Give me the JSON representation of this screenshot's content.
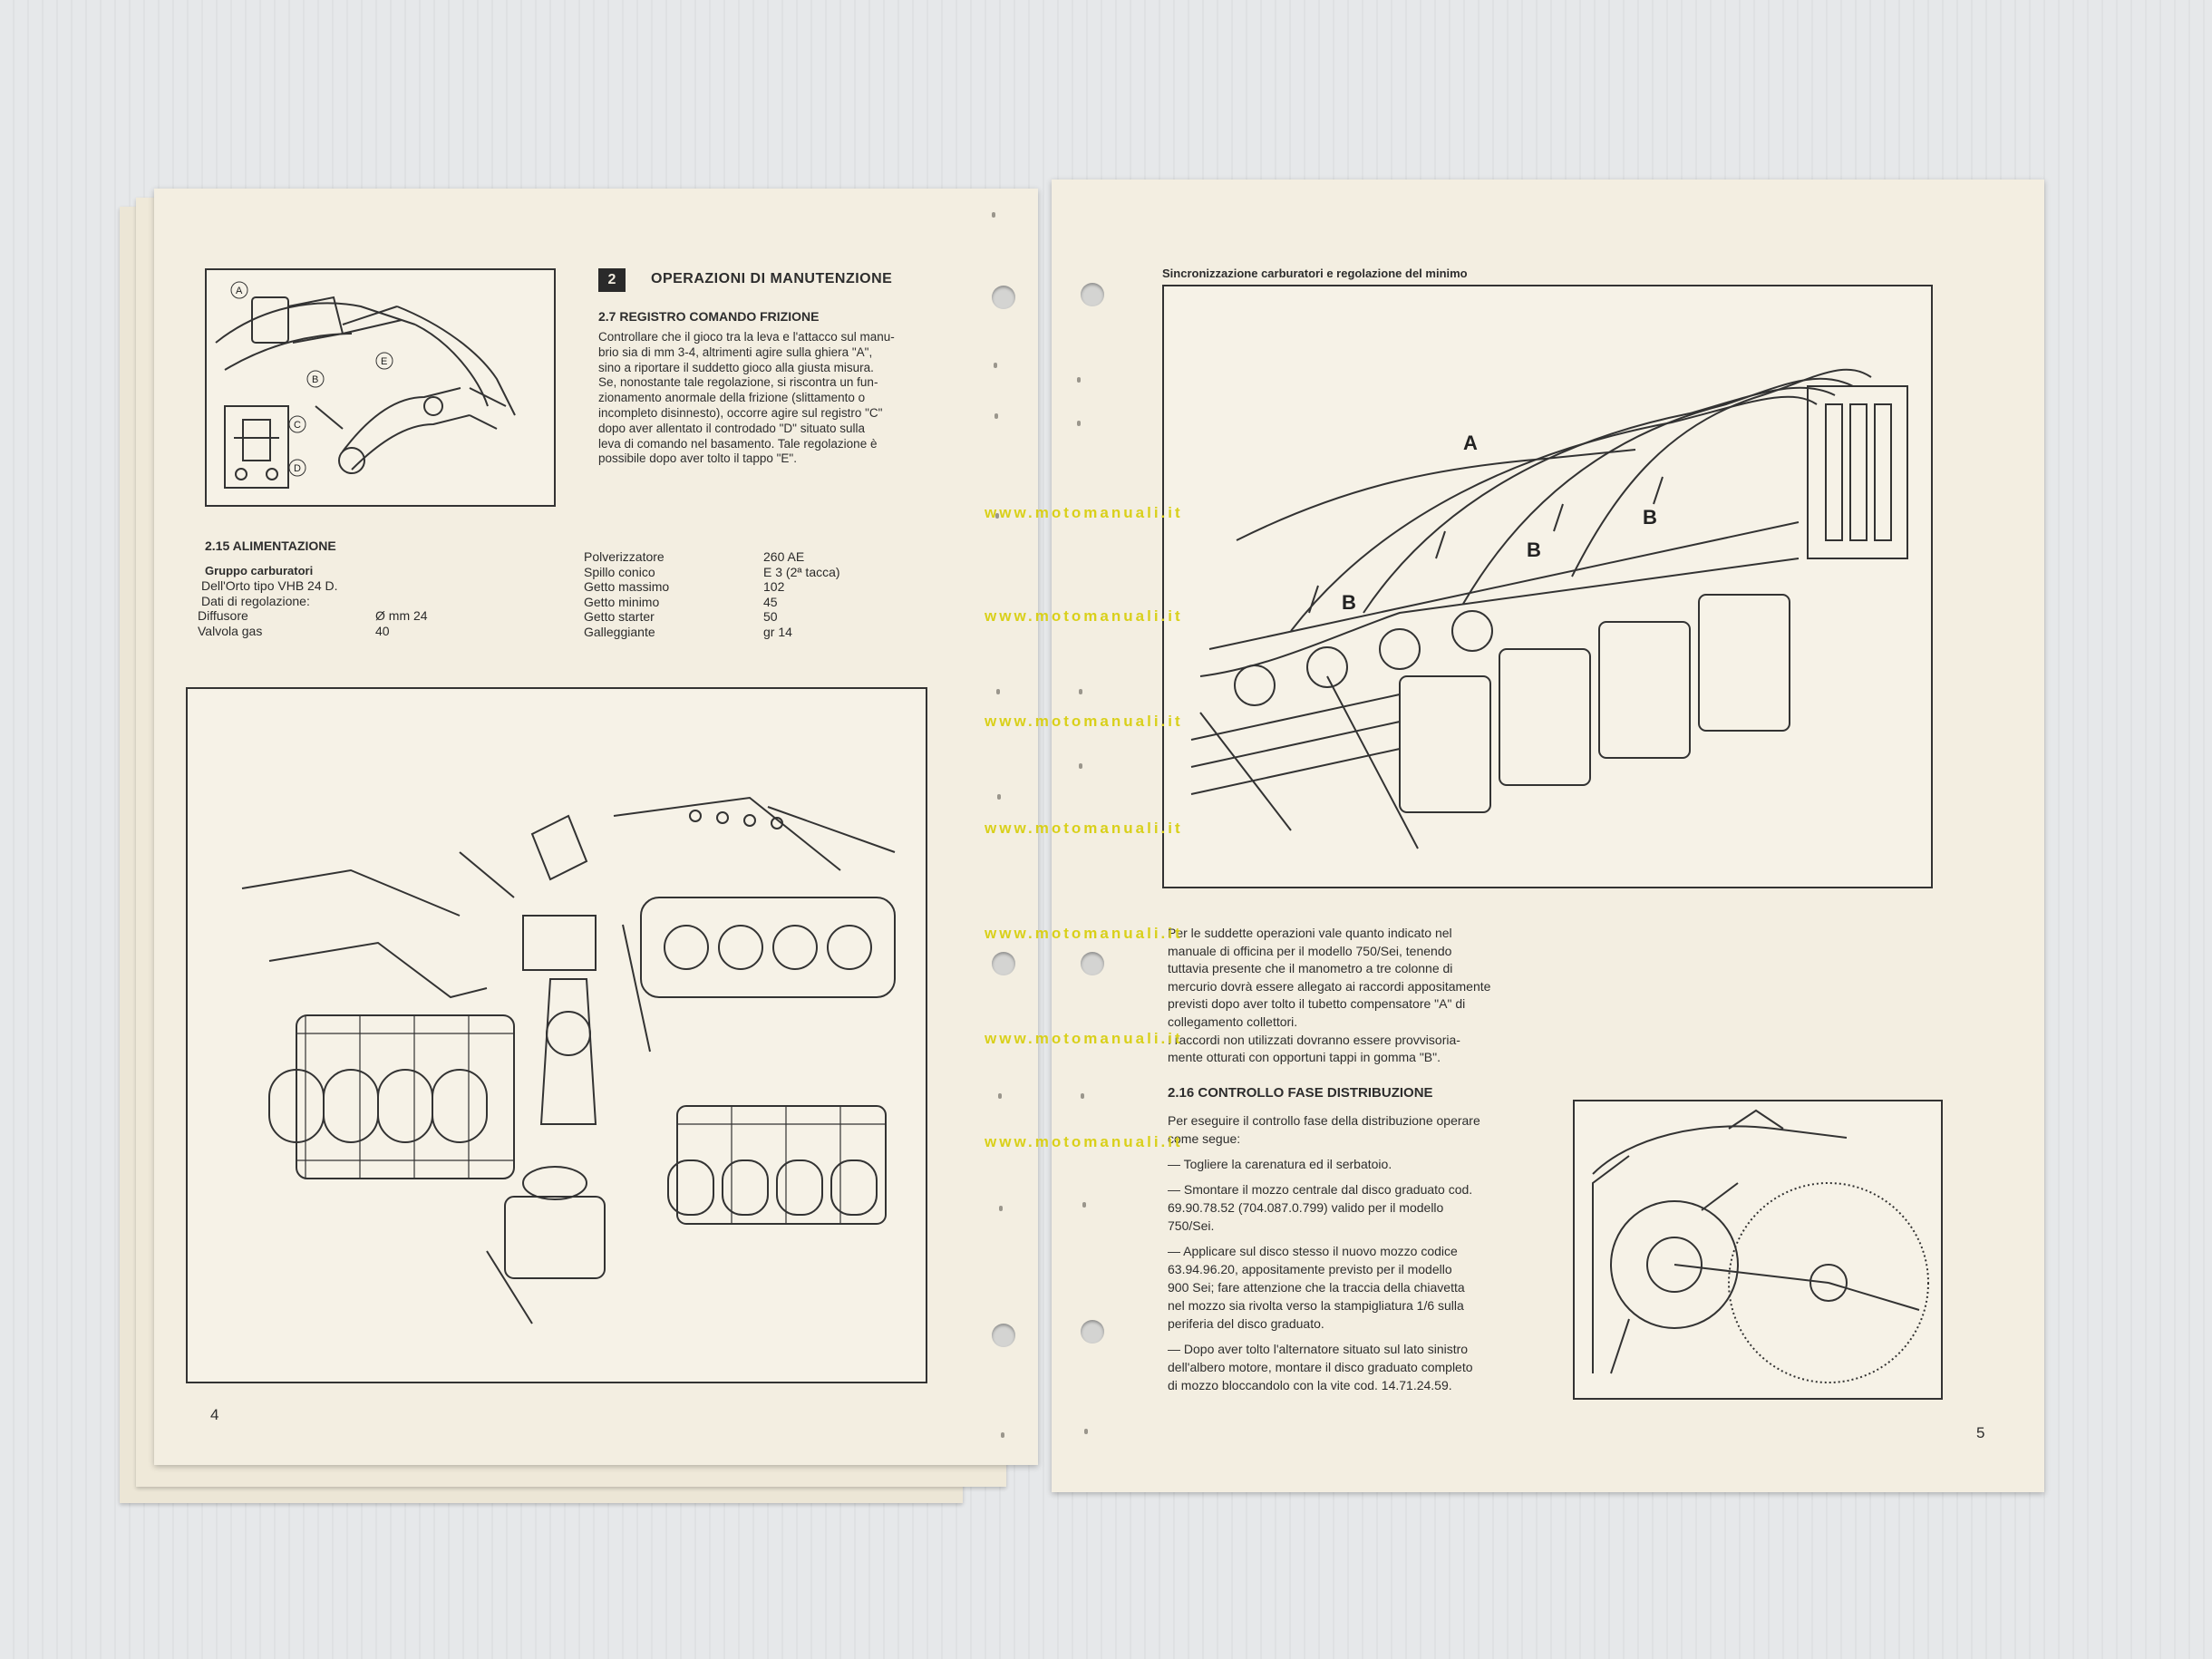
{
  "left_page": {
    "section_number": "2",
    "section_title": "OPERAZIONI DI MANUTENZIONE",
    "subsection_title": "2.7 REGISTRO COMANDO FRIZIONE",
    "paragraph": [
      "Controllare che il gioco tra la leva e l'attacco sul manu-",
      "brio sia di mm 3-4, altrimenti agire sulla ghiera \"A\",",
      "sino a riportare il suddetto gioco alla giusta misura.",
      "Se, nonostante tale regolazione, si riscontra un fun-",
      "zionamento anormale della frizione (slittamento o",
      "incompleto disinnesto), occorre agire sul registro \"C\"",
      "dopo aver allentato il controdado \"D\" situato sulla",
      "leva di comando nel basamento. Tale regolazione è",
      "possibile dopo aver tolto il tappo \"E\"."
    ],
    "figure_labels": [
      "A",
      "B",
      "C",
      "D",
      "E"
    ],
    "alimentazione_title": "2.15 ALIMENTAZIONE",
    "gruppo_title": "Gruppo carburatori",
    "gruppo_lines": [
      "Dell'Orto tipo VHB 24 D.",
      "Dati di regolazione:"
    ],
    "specs_left": [
      {
        "label": "Diffusore",
        "value": "Ø mm 24"
      },
      {
        "label": "Valvola gas",
        "value": "40"
      }
    ],
    "specs_right": [
      {
        "label": "Polverizzatore",
        "value": "260 AE"
      },
      {
        "label": "Spillo conico",
        "value": "E 3 (2ª tacca)"
      },
      {
        "label": "Getto massimo",
        "value": "102"
      },
      {
        "label": "Getto minimo",
        "value": "45"
      },
      {
        "label": "Getto starter",
        "value": "50"
      },
      {
        "label": "Galleggiante",
        "value": "gr 14"
      }
    ],
    "page_number": "4"
  },
  "right_page": {
    "header": "Sincronizzazione carburatori e regolazione del minimo",
    "figure_labels": [
      "A",
      "B",
      "B",
      "B"
    ],
    "sync_paragraph": [
      "Per le suddette operazioni vale quanto indicato nel",
      "manuale di officina per il modello 750/Sei, tenendo",
      "tuttavia presente che il manometro a tre colonne di",
      "mercurio dovrà essere allegato ai raccordi appositamente",
      "previsti dopo aver tolto il tubetto compensatore \"A\" di",
      "collegamento collettori.",
      "I raccordi non utilizzati dovranno essere provvisoria-",
      "mente otturati con opportuni tappi in gomma \"B\"."
    ],
    "fase_title": "2.16 CONTROLLO FASE DISTRIBUZIONE",
    "fase_intro": [
      "Per eseguire il controllo fase della distribuzione operare",
      "come segue:"
    ],
    "fase_steps": [
      [
        "— Togliere la carenatura ed il serbatoio."
      ],
      [
        "— Smontare il mozzo centrale dal disco graduato cod.",
        "69.90.78.52 (704.087.0.799) valido per il modello",
        "750/Sei."
      ],
      [
        "— Applicare sul disco stesso il nuovo mozzo codice",
        "63.94.96.20, appositamente previsto per il modello",
        "900 Sei; fare attenzione che la traccia della chiavetta",
        "nel mozzo sia rivolta verso la stampigliatura 1/6 sulla",
        "periferia del disco graduato."
      ],
      [
        "— Dopo aver tolto l'alternatore situato sul lato sinistro",
        "dell'albero motore, montare il disco graduato completo",
        "di mozzo bloccandolo con la vite cod. 14.71.24.59."
      ]
    ],
    "page_number": "5"
  },
  "watermark": "www.motomanuali.it"
}
